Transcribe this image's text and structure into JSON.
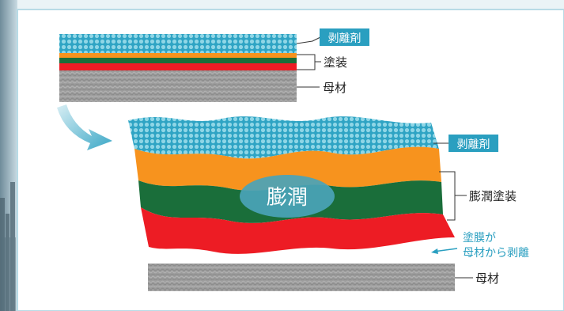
{
  "colors": {
    "remover_bg": "#2fa4c4",
    "remover_dot": "#8fd6e6",
    "orange": "#f7931e",
    "green": "#1a6e3a",
    "red": "#ed1c24",
    "gray": "#9a9a9a",
    "accent": "#2a9fc0",
    "swelling_ellipse": "#4aa3b8",
    "frame_border": "#b8dbe6"
  },
  "top_diagram": {
    "label_remover": "剥離剤",
    "label_coating": "塗装",
    "label_substrate": "母材"
  },
  "bottom_diagram": {
    "label_remover": "剥離剤",
    "swelling_text": "膨潤",
    "label_swollen_coating": "膨潤塗装",
    "peel_line1": "塗膜が",
    "peel_line2": "母材から剥離",
    "label_substrate": "母材"
  },
  "icons": {
    "arrow": "curved-arrow-icon"
  }
}
